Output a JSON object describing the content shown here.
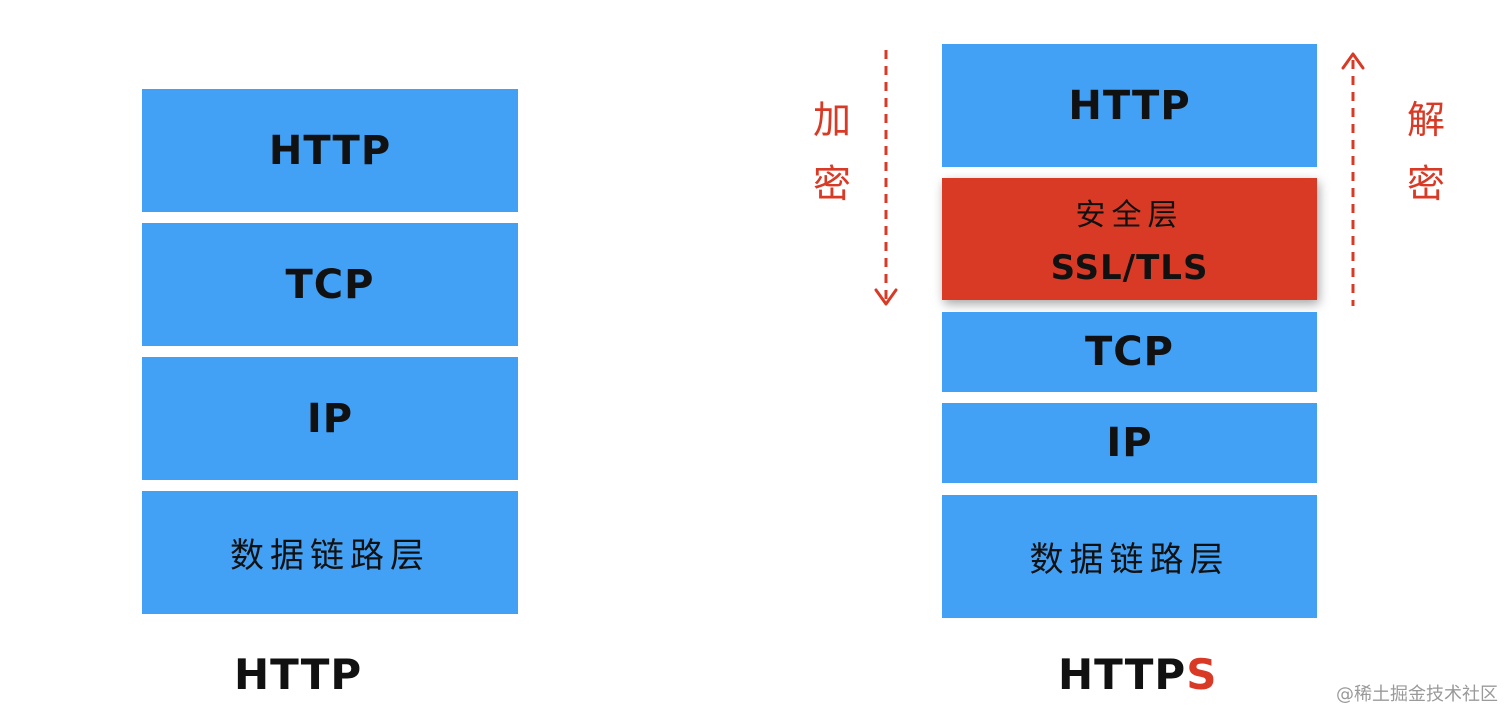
{
  "left_stack": {
    "layers": [
      "HTTP",
      "TCP",
      "IP",
      "数据链路层"
    ],
    "caption": "HTTP"
  },
  "right_stack": {
    "http": "HTTP",
    "security_layer": {
      "line1": "安全层",
      "line2": "SSL/TLS"
    },
    "tcp": "TCP",
    "ip": "IP",
    "link": "数据链路层",
    "caption_main": "HTTP",
    "caption_accent": "S"
  },
  "annotations": {
    "encrypt": [
      "加",
      "密"
    ],
    "decrypt": [
      "解",
      "密"
    ]
  },
  "watermark": "@稀土掘金技术社区",
  "colors": {
    "layer_blue": "#42a1f5",
    "security_red": "#d93a26",
    "text": "#111111"
  }
}
